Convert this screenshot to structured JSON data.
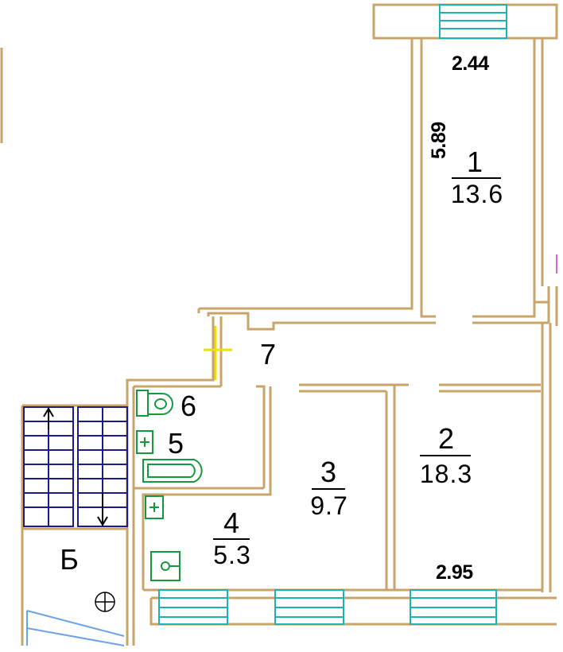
{
  "rooms": [
    {
      "number": "1",
      "area": "13.6"
    },
    {
      "number": "2",
      "area": "18.3"
    },
    {
      "number": "3",
      "area": "9.7"
    },
    {
      "number": "4",
      "area": "5.3"
    },
    {
      "number": "5"
    },
    {
      "number": "6"
    },
    {
      "number": "7"
    },
    {
      "number": "Б"
    }
  ],
  "dimensions": {
    "room1_width": "2.44",
    "room1_length": "5.89",
    "room2_width": "2.95"
  },
  "colors": {
    "wall": "#c9a46a",
    "window": "#19b3b8",
    "fixture": "#149a3e",
    "stair": "#1b1b8a",
    "door_mark": "#ece000",
    "hatch": "#6aa3e8",
    "pink": "#d36ad3"
  }
}
